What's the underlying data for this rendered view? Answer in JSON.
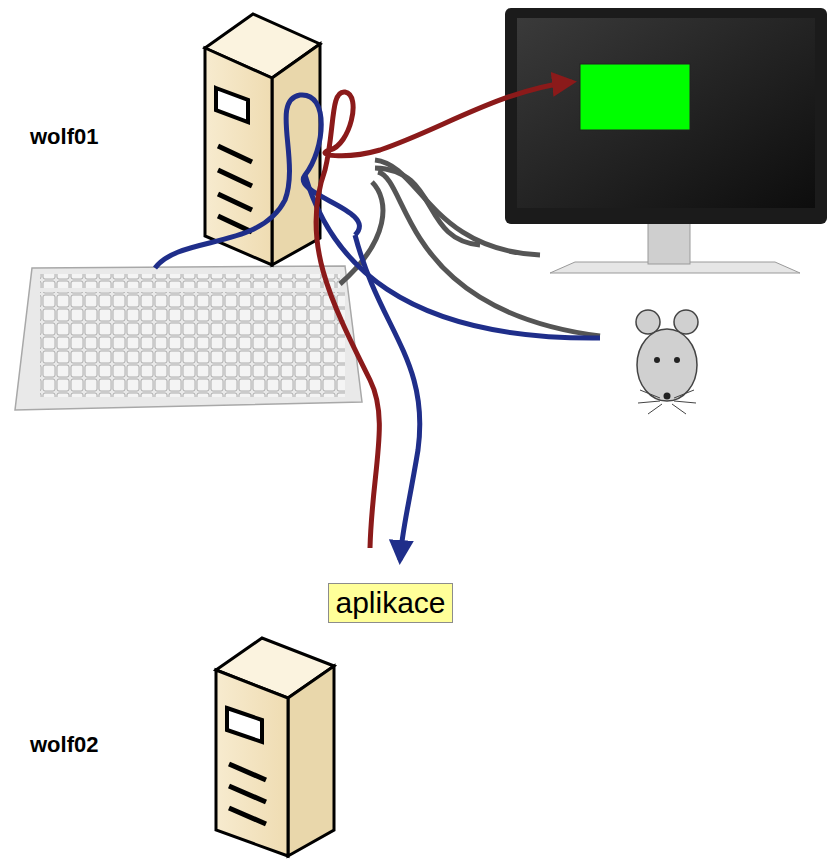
{
  "diagram": {
    "nodes": [
      {
        "text": [
          "aplikace"
        ]
      }
    ],
    "labels": [
      "wolf01",
      "wolf02"
    ]
  }
}
